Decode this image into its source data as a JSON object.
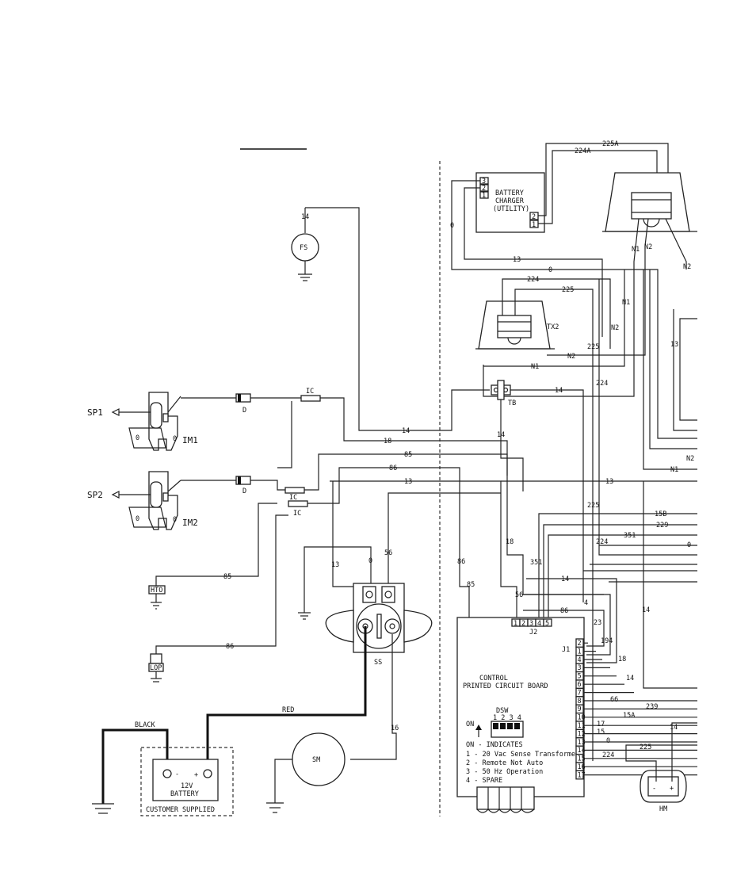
{
  "components": {
    "fs": "FS",
    "sp1": "SP1",
    "sp2": "SP2",
    "im1": "IM1",
    "im2": "IM2",
    "d": "D",
    "ic": "IC",
    "hto": "HTO",
    "lop": "LOP",
    "ss": "SS",
    "sm": "SM",
    "tx2": "TX2",
    "tb": "TB",
    "j1": "J1",
    "j2": "J2",
    "hm": "HM",
    "dsw": "DSW",
    "on": "ON",
    "red": "RED",
    "black": "BLACK",
    "minus": "-",
    "plus": "+"
  },
  "charger": {
    "line1": "BATTERY",
    "line2": "CHARGER",
    "line3": "(UTILITY)"
  },
  "battery": {
    "line1": "12V",
    "line2": "BATTERY",
    "supplied": "CUSTOMER SUPPLIED"
  },
  "pcb": {
    "line1": "CONTROL",
    "line2": "PRINTED CIRCUIT BOARD",
    "dsw_nums": "1 2 3 4",
    "legend": [
      "ON - INDICATES",
      "1 - 20 Vac Sense Transformer",
      "2 - Remote Not Auto",
      "3 - 50 Hz Operation",
      "4 - SPARE"
    ],
    "j2_pins": [
      "1",
      "2",
      "3",
      "4",
      "5"
    ],
    "j1_pins": [
      "2",
      "1",
      "4",
      "3",
      "5",
      "6",
      "7",
      "8",
      "9",
      "10",
      "11",
      "12",
      "13",
      "14",
      "15",
      "16",
      "17"
    ]
  },
  "wires": {
    "w14": "14",
    "w18": "18",
    "w85": "85",
    "w86": "86",
    "w13": "13",
    "w56": "56",
    "w0": "0",
    "w16": "16",
    "w224": "224",
    "w225": "225",
    "w224a": "224A",
    "w225a": "225A",
    "wN1": "N1",
    "wN2": "N2",
    "w15b": "15B",
    "w229": "229",
    "w351": "351",
    "w4": "4",
    "w23": "23",
    "w194": "194",
    "w66": "66",
    "w239": "239",
    "w15a": "15A",
    "w17": "17",
    "w15": "15"
  }
}
